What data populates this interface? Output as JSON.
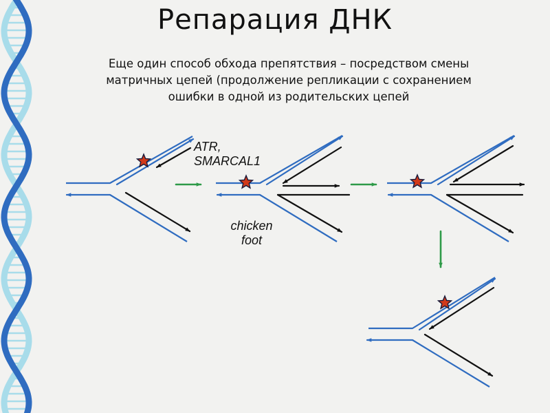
{
  "title": "Репарация ДНК",
  "subtitle": [
    "Еще один способ обхода препятствия – посредством смены",
    "матричных цепей (продолжение репликации с сохранением",
    "ошибки в одной из родительских цепей"
  ],
  "labels": {
    "atr_line1": "ATR,",
    "atr_line2": "SMARCAL1",
    "chicken_line1": "chicken",
    "chicken_line2": "foot"
  },
  "colors": {
    "parental_strand": "#2f6cc0",
    "nascent_strand": "#111111",
    "transition_arrow": "#2e9a48",
    "lesion_star_fill": "#d23a1a",
    "lesion_star_outline": "#1a1a3a",
    "helix_light": "#a8dcea",
    "helix_dark": "#2f6cc0"
  },
  "icons": {
    "lesion": "star-icon",
    "transition": "arrow-right-icon",
    "transition_down": "arrow-down-icon",
    "background": "dna-helix-icon"
  }
}
